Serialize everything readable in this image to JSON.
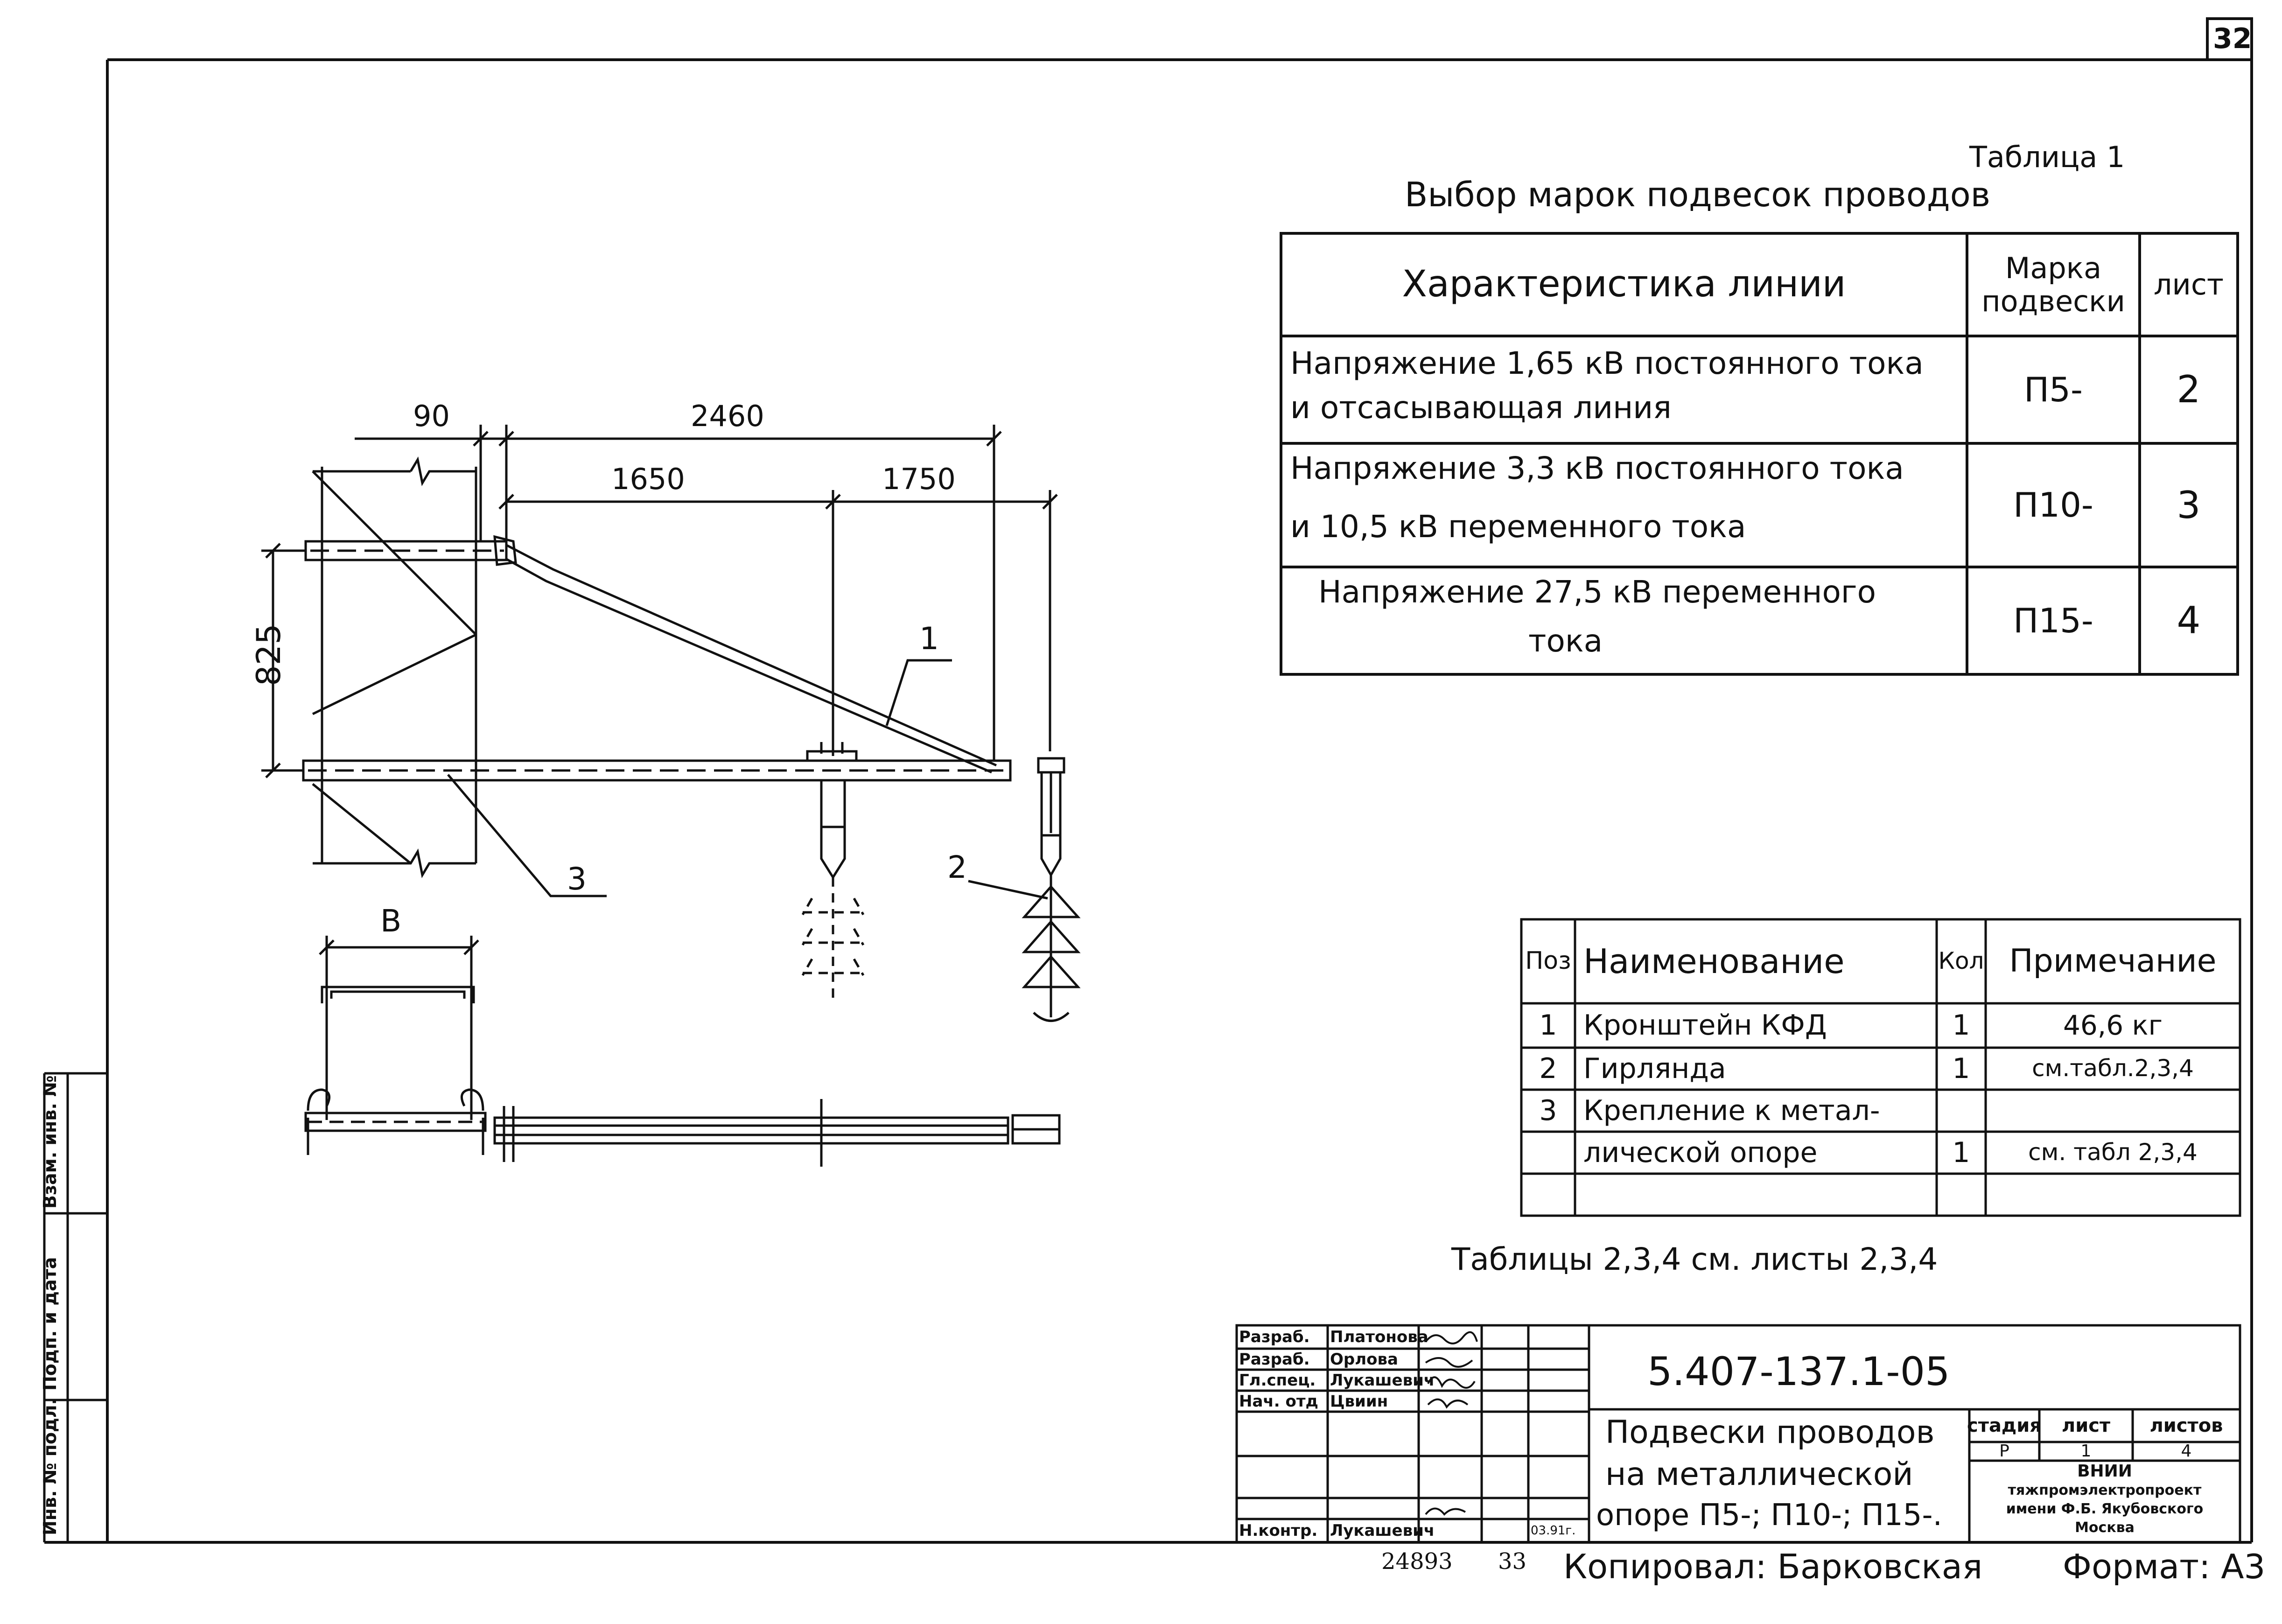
{
  "sheet_number": "32",
  "table1": {
    "caption": "Таблица 1",
    "title": "Выбор марок подвесок проводов",
    "headers": [
      "Характеристика линии",
      "Марка подвески",
      "лист"
    ],
    "rows": [
      {
        "desc_1": "Напряжение 1,65 кВ постоянного тока",
        "desc_2": "и отсасывающая линия",
        "mark": "П5-",
        "sheet": "2"
      },
      {
        "desc_1": "Напряжение 3,3 кВ постоянного тока",
        "desc_2": "и 10,5 кВ переменного тока",
        "mark": "П10-",
        "sheet": "3"
      },
      {
        "desc_1": "Напряжение 27,5 кВ переменного",
        "desc_2": "тока",
        "mark": "П15-",
        "sheet": "4"
      }
    ]
  },
  "dims": {
    "d90": "90",
    "d2460": "2460",
    "d1650": "1650",
    "d1750": "1750",
    "d825": "825",
    "dB": "В"
  },
  "callouts": {
    "c1": "1",
    "c2": "2",
    "c3": "3"
  },
  "spec": {
    "headers": [
      "Поз",
      "Наименование",
      "Кол",
      "Примечание"
    ],
    "rows": [
      {
        "pos": "1",
        "name": "Кронштейн КФД",
        "qty": "1",
        "note": "46,6 кг"
      },
      {
        "pos": "2",
        "name": "Гирлянда",
        "qty": "1",
        "note": "см.табл.2,3,4"
      },
      {
        "pos": "3",
        "name": "Крепление к метал-",
        "qty": "",
        "note": ""
      },
      {
        "pos": "",
        "name": "лической опоре",
        "qty": "1",
        "note": "см. табл 2,3,4"
      },
      {
        "pos": "",
        "name": "",
        "qty": "",
        "note": ""
      }
    ]
  },
  "note": "Таблицы 2,3,4 см. листы 2,3,4",
  "title_block": {
    "roles": [
      {
        "role": "Разраб.",
        "name": "Платонова"
      },
      {
        "role": "Разраб.",
        "name": "Орлова"
      },
      {
        "role": "Гл.спец.",
        "name": "Лукашевич"
      },
      {
        "role": "Нач. отд",
        "name": "Цвиин"
      },
      {
        "role": "",
        "name": ""
      },
      {
        "role": "",
        "name": ""
      },
      {
        "role": "Н.контр.",
        "name": "Лукашевич"
      }
    ],
    "date": "03.91г.",
    "code": "5.407-137.1-05",
    "title_1": "Подвески проводов",
    "title_2": "на металлической",
    "title_3": "опоре П5-; П10-; П15-.",
    "stage_header": "стадия",
    "sheet_header": "лист",
    "sheets_header": "листов",
    "stage": "Р",
    "sheet": "1",
    "sheets": "4",
    "org_1": "ВНИИ",
    "org_2": "тяжпромэлектропроект",
    "org_3": "имени Ф.Б. Якубовского",
    "org_4": "Москва"
  },
  "left_strip": [
    "Инв. № подл.",
    "Подп. и дата",
    "Взам. инв. №"
  ],
  "footer": {
    "inv": "24893",
    "num": "33",
    "copied": "Копировал: Барковская",
    "format": "Формат: А3"
  }
}
